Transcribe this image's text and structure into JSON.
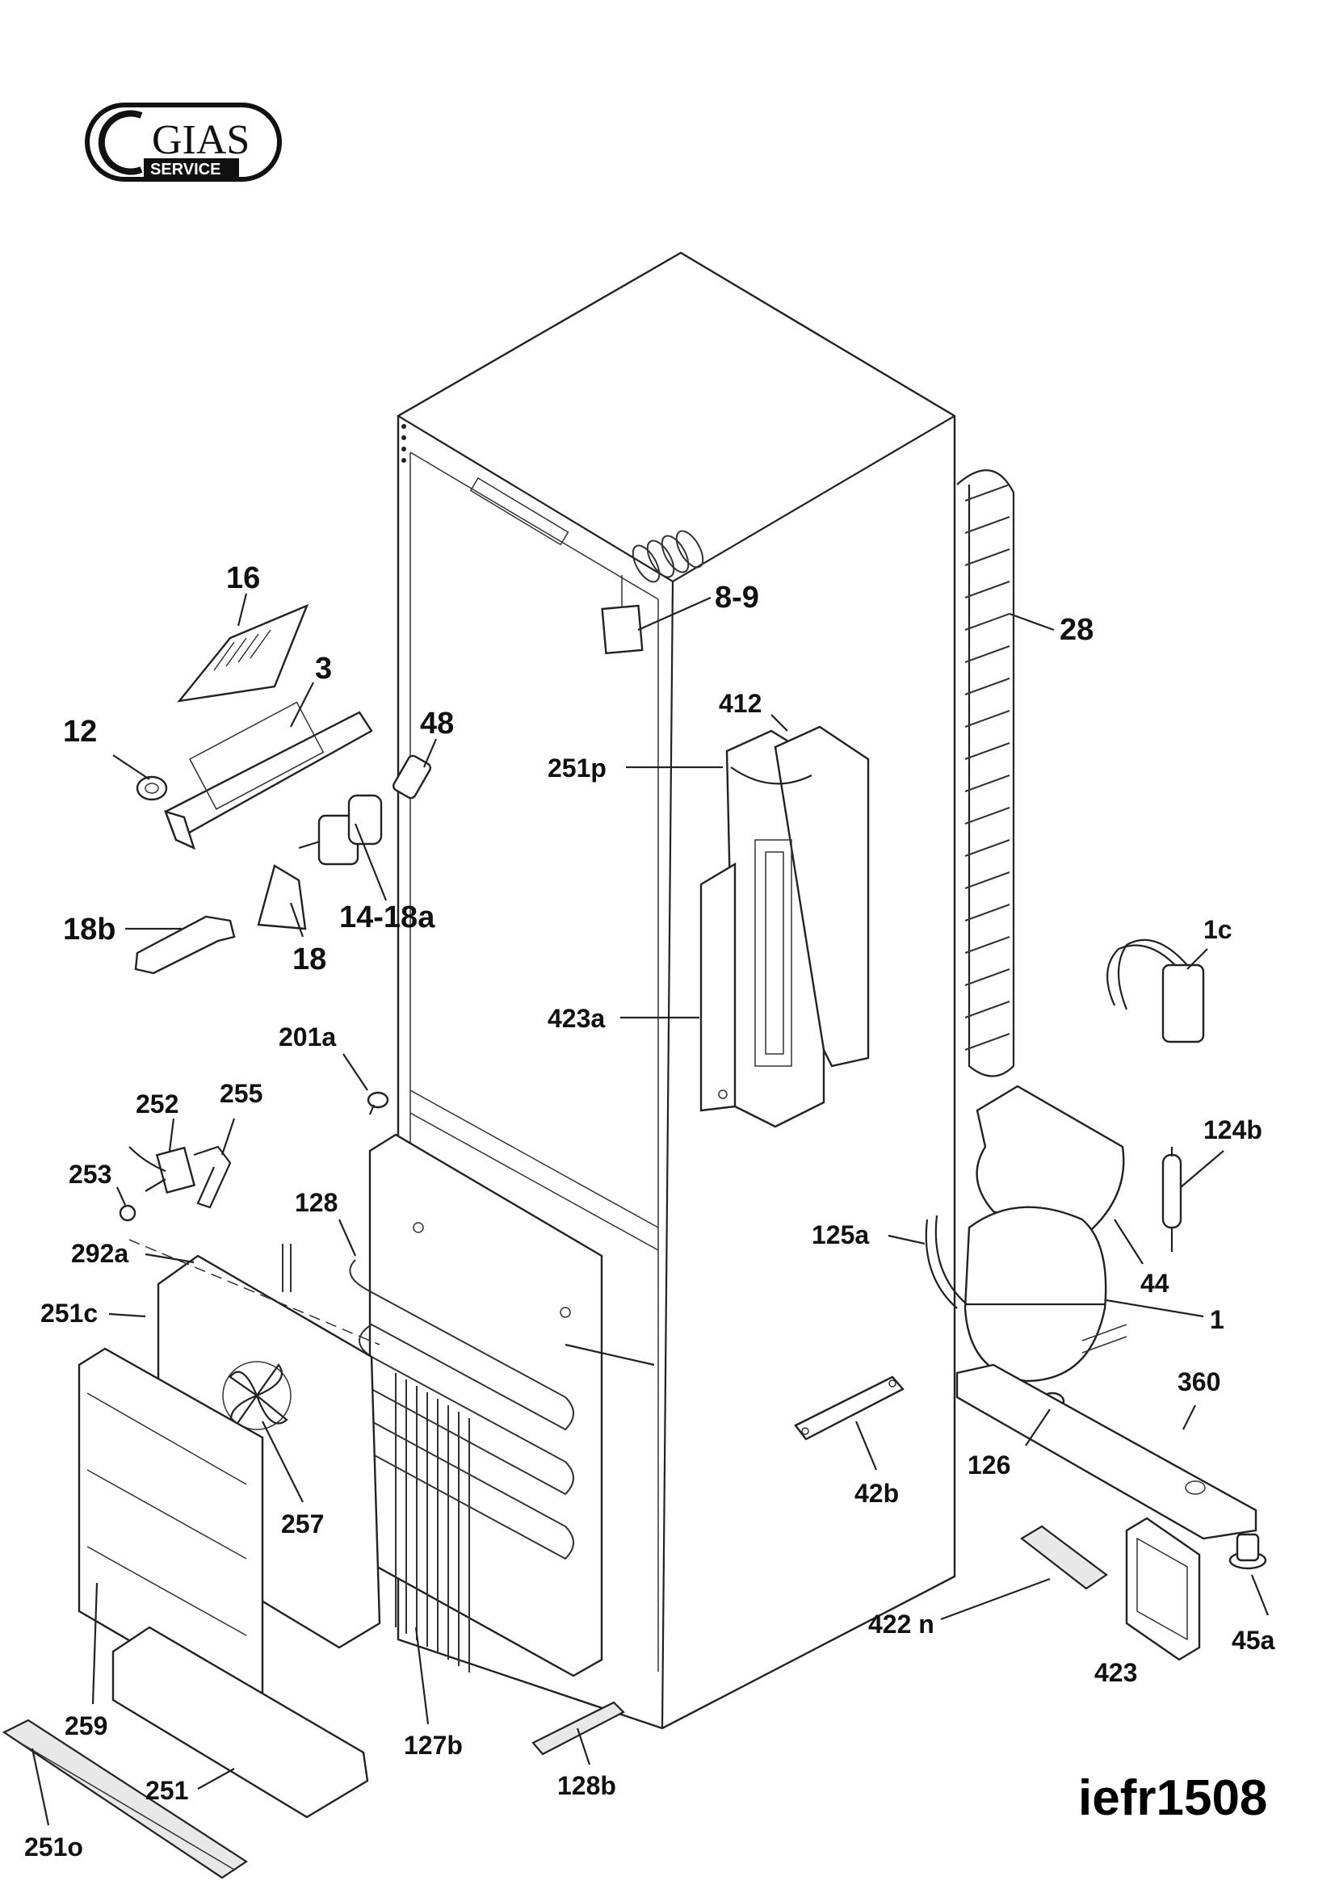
{
  "logo": {
    "name": "GIAS",
    "subtitle": "SERVICE"
  },
  "diagram_code": "iefr1508",
  "labels": {
    "p16": "16",
    "p3": "3",
    "p12": "12",
    "p48": "48",
    "p14_18a": "14-18a",
    "p18b": "18b",
    "p18": "18",
    "p8_9": "8-9",
    "p28": "28",
    "p412": "412",
    "p251p": "251p",
    "p423a": "423a",
    "p1c": "1c",
    "p201a": "201a",
    "p252": "252",
    "p255": "255",
    "p253": "253",
    "p128": "128",
    "p292a": "292a",
    "p251c": "251c",
    "p257": "257",
    "p259": "259",
    "p251": "251",
    "p251o": "251o",
    "p127b": "127b",
    "p128b": "128b",
    "p124b": "124b",
    "p125a": "125a",
    "p44": "44",
    "p1": "1",
    "p360": "360",
    "p126": "126",
    "p42b": "42b",
    "p422n": "422 n",
    "p423": "423",
    "p45a": "45a"
  }
}
